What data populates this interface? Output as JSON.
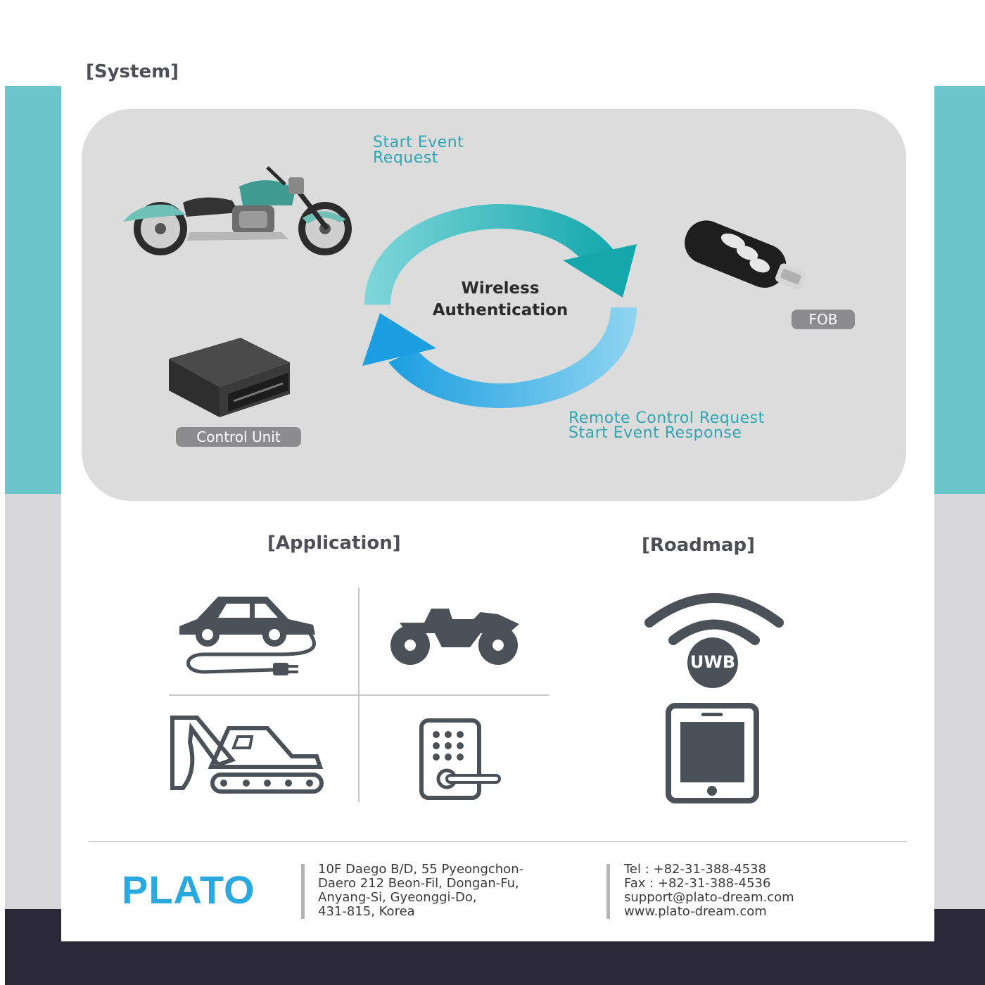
{
  "headings": {
    "system": "[System]",
    "application": "[Application]",
    "roadmap": "[Roadmap]"
  },
  "system": {
    "start_event_request": [
      "Start  Event",
      "Request"
    ],
    "remote_response": [
      "Remote Control Request",
      "Start  Event Response"
    ],
    "center": [
      "Wireless",
      "Authentication"
    ],
    "fob_label": "FOB",
    "control_unit_label": "Control Unit",
    "colors": {
      "teal": "#2fa6b2",
      "arrow_top": "#1fb0b5",
      "arrow_bottom": "#2aa2e0"
    }
  },
  "application": {
    "icons": [
      "electric-car-icon",
      "atv-icon",
      "excavator-icon",
      "digital-door-lock-icon"
    ]
  },
  "roadmap": {
    "uwb_label": "UWB",
    "icons": [
      "uwb-wireless-icon",
      "smartphone-icon"
    ]
  },
  "footer": {
    "logo": "PLATO",
    "address": [
      "10F Daego B/D, 55 Pyeongchon-",
      "Daero 212 Beon-Fil, Dongan-Fu,",
      "Anyang-Si, Gyeonggi-Do,",
      "431-815, Korea"
    ],
    "contact": [
      "Tel : +82-31-388-4538",
      "Fax : +82-31-388-4536",
      "support@plato-dream.com",
      "www.plato-dream.com"
    ],
    "brand_color": "#2aa8e0"
  }
}
